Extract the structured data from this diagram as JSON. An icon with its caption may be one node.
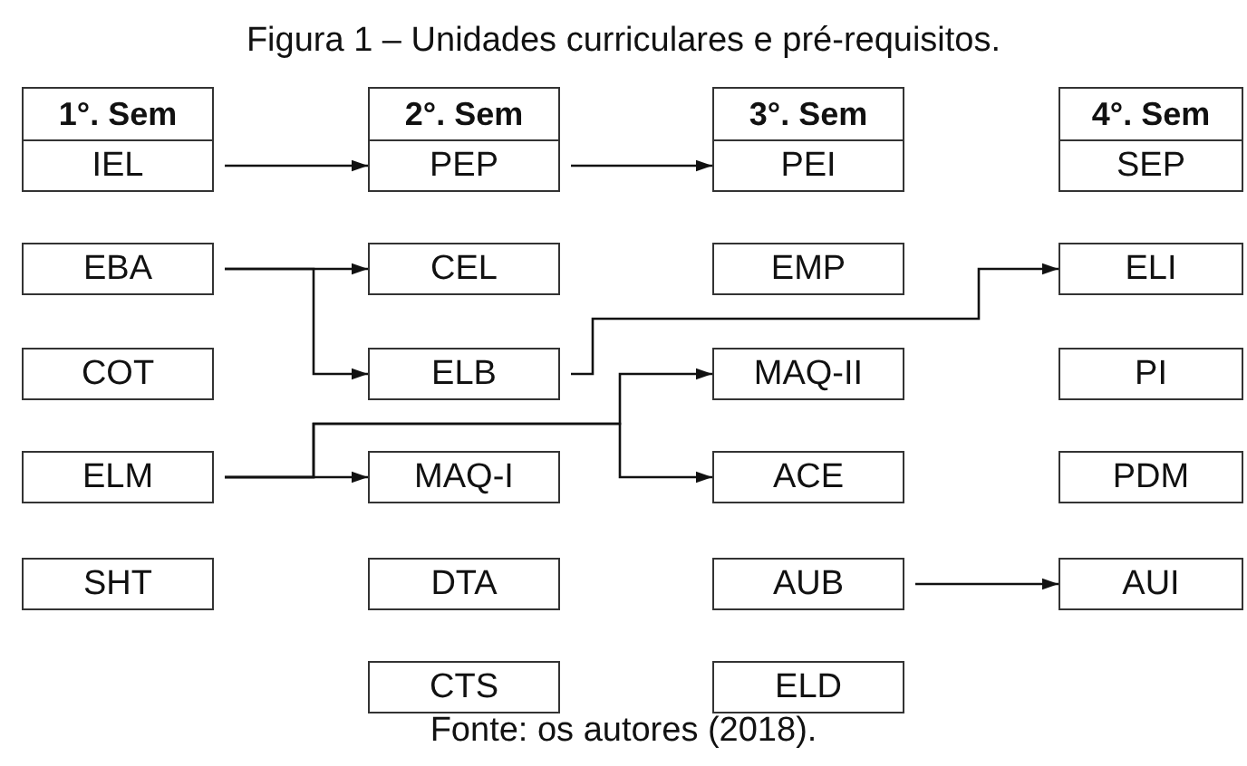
{
  "diagram": {
    "title": "Figura 1 – Unidades curriculares e pré-requisitos.",
    "caption": "Fonte: os autores (2018).",
    "nodes": [
      {
        "text": [
          "1°. Sem"
        ]
      },
      {
        "text": [
          "IEL"
        ]
      },
      {
        "text": [
          "EBA"
        ]
      },
      {
        "text": [
          "COT"
        ]
      },
      {
        "text": [
          "ELM"
        ]
      },
      {
        "text": [
          "SHT"
        ]
      },
      {
        "text": [
          "2°. Sem"
        ]
      },
      {
        "text": [
          "PEP"
        ]
      },
      {
        "text": [
          "CEL"
        ]
      },
      {
        "text": [
          "ELB"
        ]
      },
      {
        "text": [
          "MAQ-I"
        ]
      },
      {
        "text": [
          "DTA"
        ]
      },
      {
        "text": [
          "CTS"
        ]
      },
      {
        "text": [
          "3°. Sem"
        ]
      },
      {
        "text": [
          "PEI"
        ]
      },
      {
        "text": [
          "EMP"
        ]
      },
      {
        "text": [
          "MAQ-II"
        ]
      },
      {
        "text": [
          "ACE"
        ]
      },
      {
        "text": [
          "AUB"
        ]
      },
      {
        "text": [
          "ELD"
        ]
      },
      {
        "text": [
          "4°. Sem"
        ]
      },
      {
        "text": [
          "SEP"
        ]
      },
      {
        "text": [
          "ELI"
        ]
      },
      {
        "text": [
          "PI"
        ]
      },
      {
        "text": [
          "PDM"
        ]
      },
      {
        "text": [
          "AUI"
        ]
      }
    ],
    "edges": [
      {
        "from": 1,
        "to": 7,
        "arrow": "to"
      },
      {
        "from": 7,
        "to": 14,
        "arrow": "to"
      },
      {
        "from": 2,
        "to": 8,
        "arrow": "to"
      },
      {
        "from": 2,
        "to": 9,
        "arrow": "to"
      },
      {
        "from": 9,
        "to": 22,
        "arrow": "to"
      },
      {
        "from": 4,
        "to": 10,
        "arrow": "to"
      },
      {
        "from": 4,
        "to": 16,
        "arrow": "to"
      },
      {
        "from": 4,
        "to": 17,
        "arrow": "to"
      },
      {
        "from": 18,
        "to": 25,
        "arrow": "to"
      }
    ]
  }
}
